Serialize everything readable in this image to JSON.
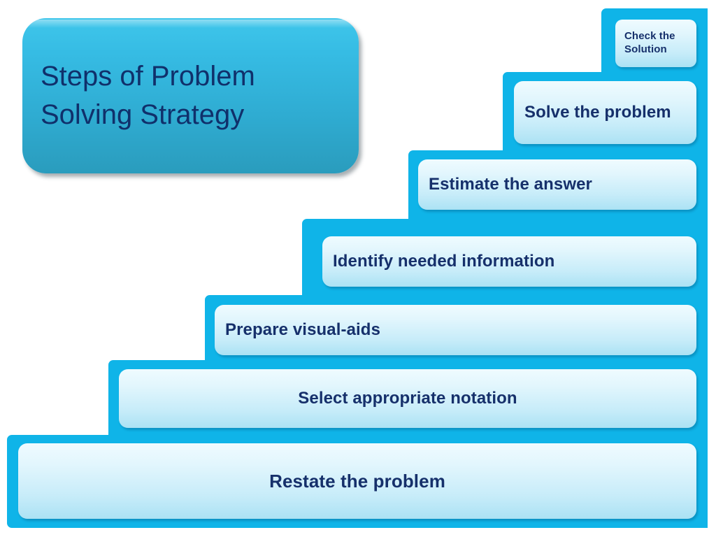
{
  "slide": {
    "title": "Steps of Problem\nSolving Strategy",
    "background_color": "#FFFFFF",
    "stair_color": "#0FB4E8",
    "plate_color_top": "#EFFBFE",
    "plate_color_bottom": "#ABE2F4",
    "title_color_top": "#3FC6EB",
    "title_color_bottom": "#2A9CBD",
    "text_color": "#16306B"
  },
  "steps": [
    {
      "order": 1,
      "label": "Restate the problem",
      "font_size": 26,
      "align": "center"
    },
    {
      "order": 2,
      "label": "Select appropriate notation",
      "font_size": 24,
      "align": "center"
    },
    {
      "order": 3,
      "label": "Prepare visual-aids",
      "font_size": 24,
      "align": "left"
    },
    {
      "order": 4,
      "label": "Identify needed information",
      "font_size": 24,
      "align": "left"
    },
    {
      "order": 5,
      "label": "Estimate the answer",
      "font_size": 24,
      "align": "left"
    },
    {
      "order": 6,
      "label": "Solve the problem",
      "font_size": 24,
      "align": "left"
    },
    {
      "order": 7,
      "label": "Check the Solution",
      "font_size": 15,
      "align": "left"
    }
  ]
}
